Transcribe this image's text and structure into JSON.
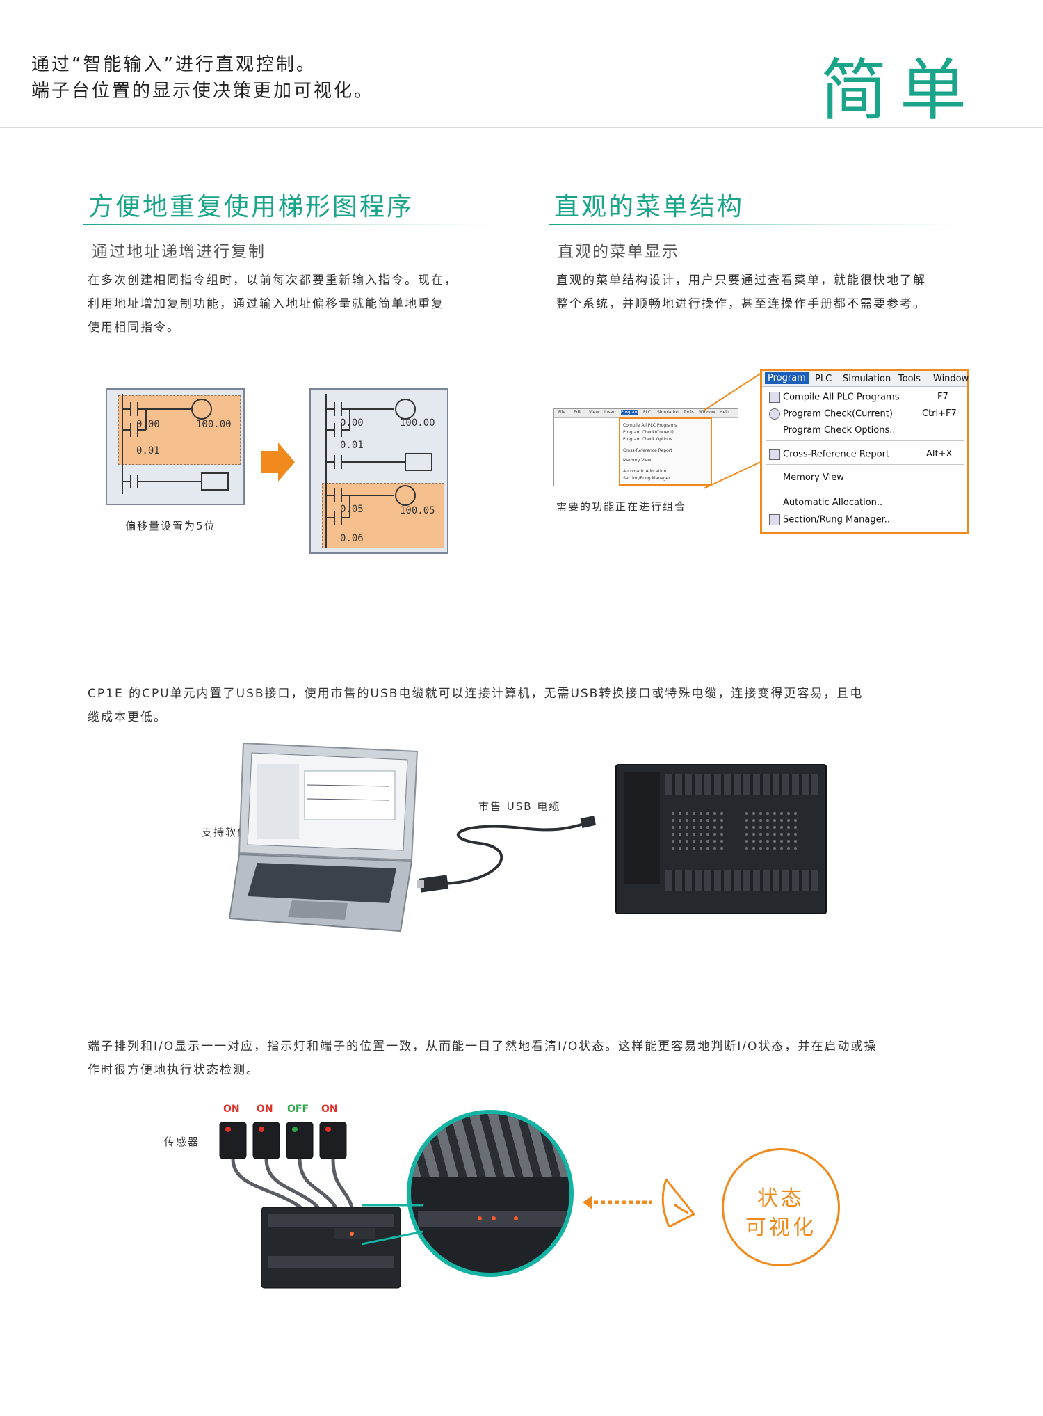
{
  "header": {
    "line1": "通过“智能输入”进行直观控制。",
    "line2": "端子台位置的显示使决策更加可视化。",
    "title": "简单"
  },
  "section_ladder": {
    "title": "方便地重复使用梯形图程序",
    "subtitle": "通过地址递增进行复制",
    "body_lines": [
      "在多次创建相同指令组时，以前每次都要重新输入指令。现在，",
      "利用地址增加复制功能，通过输入地址偏移量就能简单地重复",
      "使用相同指令。"
    ],
    "left_diagram": {
      "addr_a": "0.00",
      "addr_b": "0.01",
      "coil": "100.00"
    },
    "right_diagram": {
      "addr_a": "0.00",
      "addr_b": "0.01",
      "coil": "100.00",
      "addr_c": "0.05",
      "addr_d": "0.06",
      "coil2": "100.05"
    },
    "caption": "偏移量设置为5位"
  },
  "section_menu": {
    "title": "直观的菜单结构",
    "subtitle": "直观的菜单显示",
    "body_lines": [
      "直观的菜单结构设计，用户只要通过查看菜单，就能很快地了解",
      "整个系统，并顺畅地进行操作，甚至连操作手册都不需要参考。"
    ],
    "caption": "需要的功能正在进行组合",
    "menubar": [
      "Program",
      "PLC",
      "Simulation",
      "Tools",
      "Window"
    ],
    "items": [
      {
        "label": "Compile All PLC Programs",
        "key": "F7",
        "icon": "compile-icon"
      },
      {
        "label": "Program Check(Current)",
        "key": "Ctrl+F7",
        "icon": "check-icon"
      },
      {
        "label": "Program Check Options..",
        "key": "",
        "icon": ""
      },
      {
        "label": "Cross-Reference Report",
        "key": "Alt+X",
        "icon": "cross-ref-icon"
      },
      {
        "label": "Memory View",
        "key": "",
        "icon": ""
      },
      {
        "label": "Automatic Allocation..",
        "key": "",
        "icon": ""
      },
      {
        "label": "Section/Rung Manager..",
        "key": "",
        "icon": "section-icon"
      }
    ],
    "small_menubar": [
      "File",
      "Edit",
      "View",
      "Insert",
      "Program",
      "PLC",
      "Simulation",
      "Tools",
      "Window",
      "Help"
    ]
  },
  "section_usb": {
    "body_lines": [
      "CP1E 的CPU单元内置了USB接口，使用市售的USB电缆就可以连接计算机，无需USB转换接口或特殊电缆，连接变得更容易，且电",
      "缆成本更低。"
    ],
    "label_software": "支持软件",
    "label_cable": "市售  USB 电缆"
  },
  "section_io": {
    "body_lines": [
      "端子排列和I/O显示一一对应，指示灯和端子的位置一致，从而能一目了然地看清I/O状态。这样能更容易地判断I/O状态，并在启动或操",
      "作时很方便地执行状态检测。"
    ],
    "label_sensor": "传感器",
    "sensor_states": [
      "ON",
      "ON",
      "OFF",
      "ON"
    ],
    "badge_line1": "状态",
    "badge_line2": "可视化"
  },
  "colors": {
    "accent": "#1aa58a",
    "orange": "#f08a1c",
    "on": "#e0312b",
    "off": "#2fa64a"
  }
}
